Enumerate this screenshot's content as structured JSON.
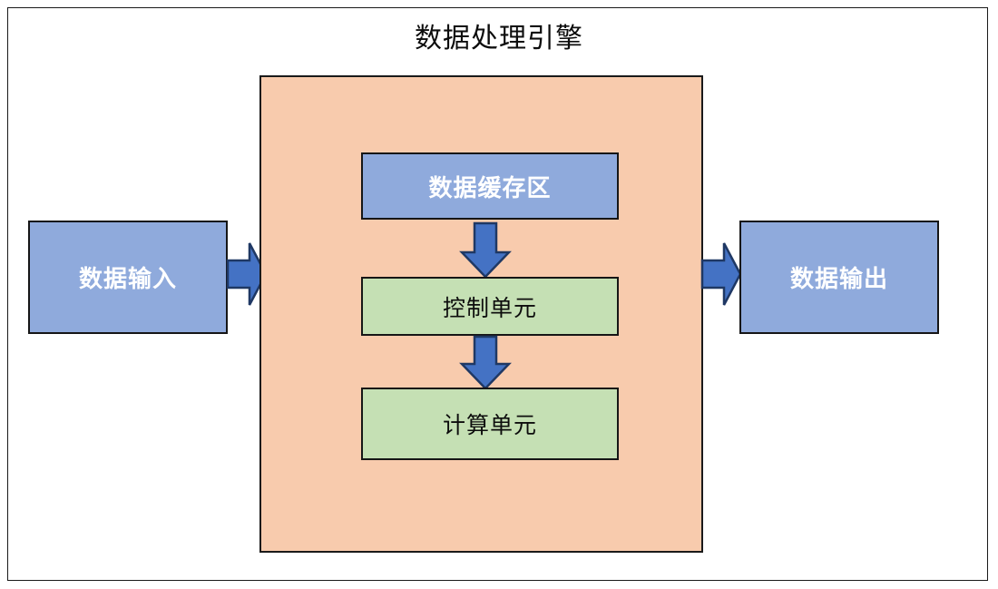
{
  "diagram": {
    "title": "数据处理引擎",
    "colors": {
      "engine_fill": "#F8CBAD",
      "blue_box_fill": "#8FAADC",
      "green_box_fill": "#C5E0B4",
      "arrow_fill": "#4472C4",
      "arrow_outline": "#1F3864",
      "border": "#161616",
      "canvas": "#FFFFFF"
    },
    "nodes": {
      "input": {
        "label": "数据输入",
        "fill": "#8FAADC",
        "text_color": "#FFFFFF"
      },
      "output": {
        "label": "数据输出",
        "fill": "#8FAADC",
        "text_color": "#FFFFFF"
      },
      "cache": {
        "label": "数据缓存区",
        "fill": "#8FAADC",
        "text_color": "#FFFFFF"
      },
      "control": {
        "label": "控制单元",
        "fill": "#C5E0B4",
        "text_color": "#0D0D0D"
      },
      "compute": {
        "label": "计算单元",
        "fill": "#C5E0B4",
        "text_color": "#0D0D0D"
      }
    },
    "edges": [
      {
        "name": "input-to-engine",
        "from": "数据输入",
        "to": "数据处理引擎",
        "direction": "right"
      },
      {
        "name": "cache-to-control",
        "from": "数据缓存区",
        "to": "控制单元",
        "direction": "down"
      },
      {
        "name": "control-to-compute",
        "from": "控制单元",
        "to": "计算单元",
        "direction": "down"
      },
      {
        "name": "engine-to-output",
        "from": "数据处理引擎",
        "to": "数据输出",
        "direction": "right"
      }
    ]
  }
}
